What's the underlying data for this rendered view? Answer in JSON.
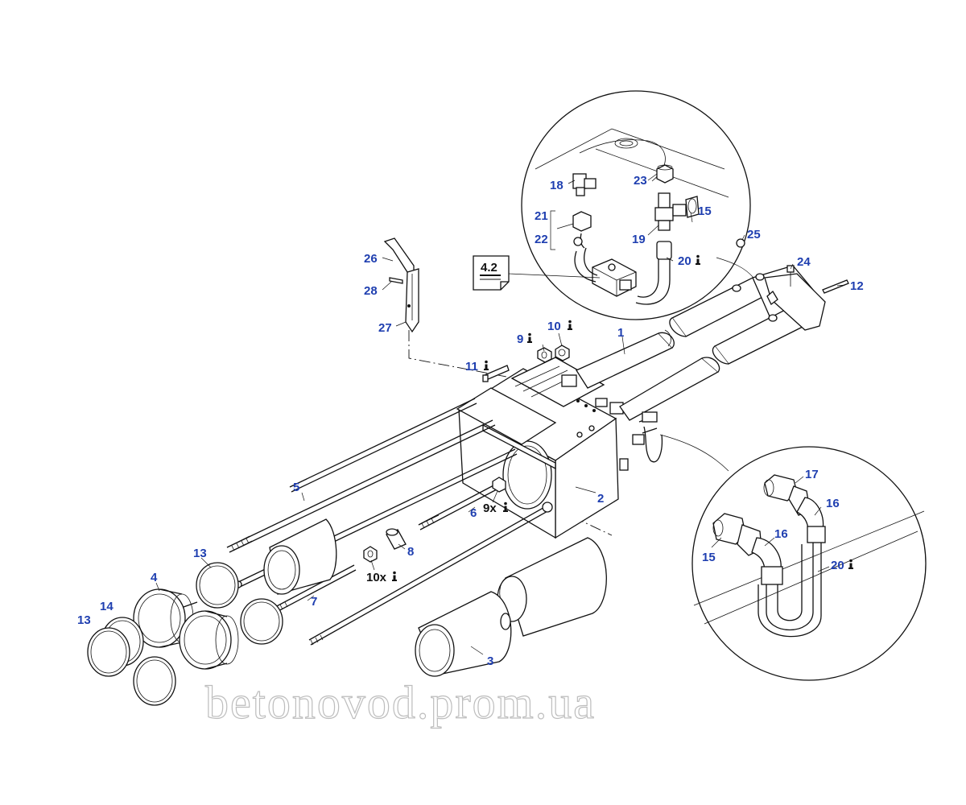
{
  "labels": {
    "p1": "1",
    "p2": "2",
    "p3": "3",
    "p4": "4",
    "p5": "5",
    "p6": "6",
    "p7": "7",
    "p8": "8",
    "p9": "9",
    "p9x": "9x",
    "p10": "10",
    "p10x": "10x",
    "p11": "11",
    "p12": "12",
    "p13a": "13",
    "p13b": "13",
    "p14": "14",
    "p15a": "15",
    "p15b": "15",
    "p16a": "16",
    "p16b": "16",
    "p17": "17",
    "p18": "18",
    "p19": "19",
    "p20a": "20",
    "p20b": "20",
    "p21": "21",
    "p22": "22",
    "p23": "23",
    "p24": "24",
    "p25": "25",
    "p26": "26",
    "p27": "27",
    "p28": "28"
  },
  "reference_box": "4.2",
  "watermark": "betonovod.prom.ua",
  "colors": {
    "label": "#1f3fb0",
    "line": "#111111",
    "watermark_outline": "#bdbdbd"
  },
  "icons": {
    "info_marker": "info-icon"
  }
}
